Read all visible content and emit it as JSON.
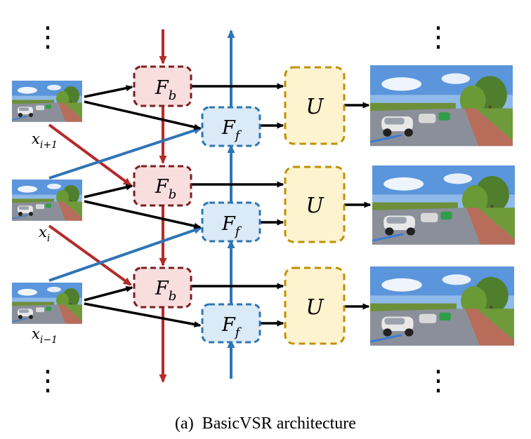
{
  "diagram": {
    "caption": "(a)  BasicVSR architecture",
    "inputs": [
      {
        "label_base": "x",
        "label_sub": "i+1"
      },
      {
        "label_base": "x",
        "label_sub": "i"
      },
      {
        "label_base": "x",
        "label_sub": "i−1"
      }
    ],
    "backward_module": {
      "base": "F",
      "sub": "b"
    },
    "forward_module": {
      "base": "F",
      "sub": "f"
    },
    "upsample_module": {
      "label": "U"
    },
    "ellipsis": "⋮",
    "colors": {
      "backward_stroke": "#7a1f1f",
      "backward_fill": "#f9dede",
      "backward_arrow": "#b52a2a",
      "forward_stroke": "#2e75b6",
      "forward_fill": "#dbeaf7",
      "forward_arrow": "#2e75b6",
      "upsample_stroke": "#bf9000",
      "upsample_fill": "#fdf3cf",
      "arrow": "#000000"
    }
  }
}
